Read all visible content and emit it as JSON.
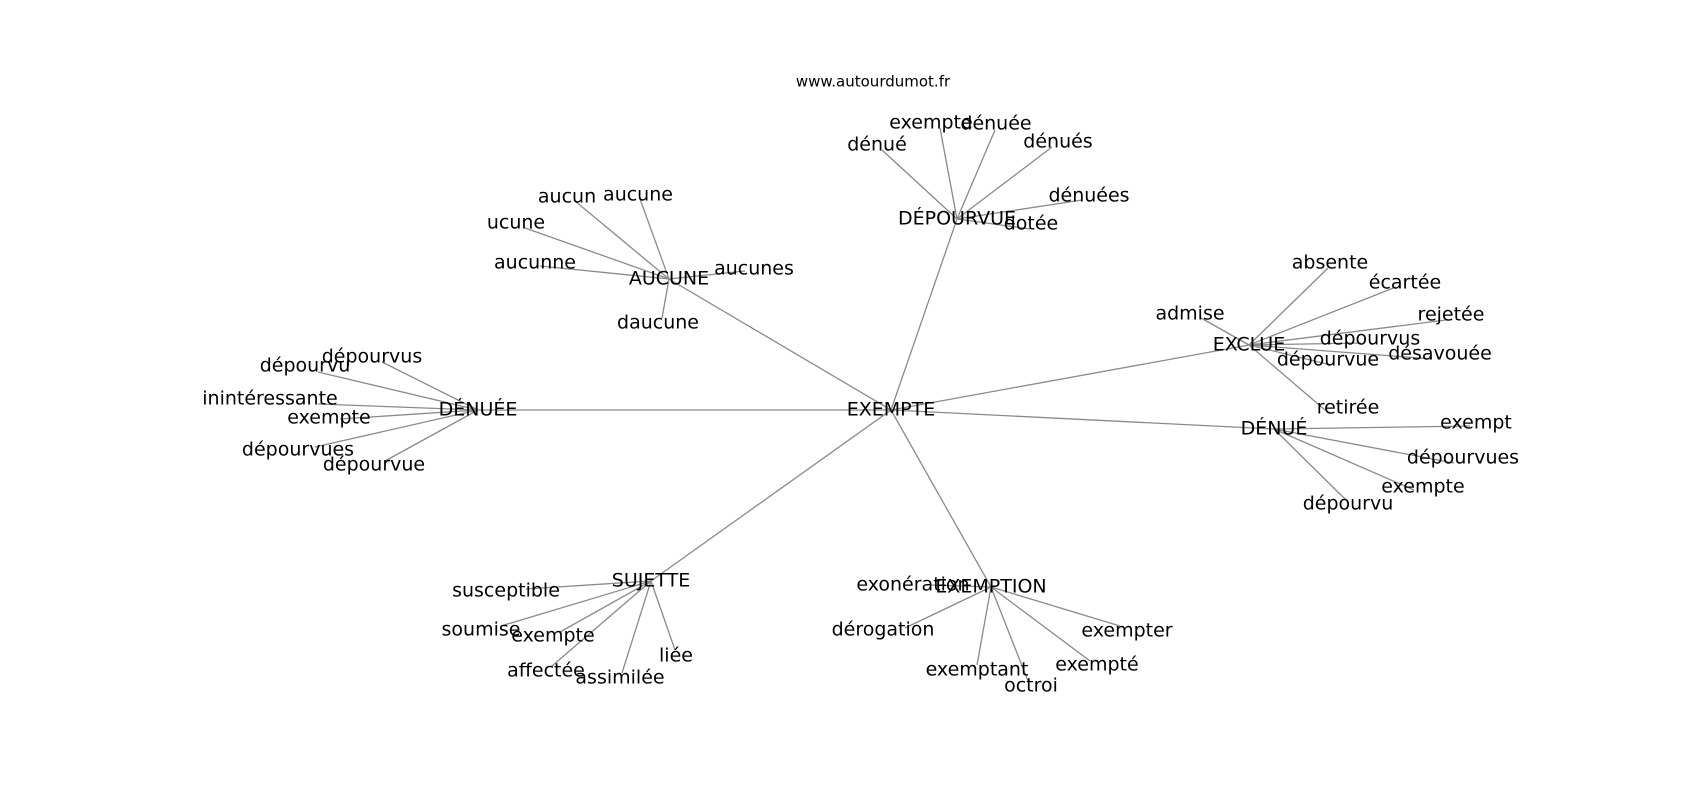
{
  "site": "www.autourdumot.fr",
  "center": "EXEMPTE",
  "clusters": [
    {
      "hub": "DÉPOURVUE",
      "words": [
        "exempte",
        "dénuée",
        "dénué",
        "dénués",
        "dénuées",
        "dotée"
      ]
    },
    {
      "hub": "AUCUNE",
      "words": [
        "aucun",
        "aucune",
        "ucune",
        "aucunne",
        "aucunes",
        "daucune"
      ]
    },
    {
      "hub": "EXCLUE",
      "words": [
        "absente",
        "écartée",
        "admise",
        "rejetée",
        "dépourvus",
        "désavouée",
        "dépourvue",
        "retirée"
      ]
    },
    {
      "hub": "DÉNUÉE",
      "words": [
        "dépourvus",
        "dépourvu",
        "inintéressante",
        "exempte",
        "dépourvues",
        "dépourvue"
      ]
    },
    {
      "hub": "DÉNUÉ",
      "words": [
        "exempt",
        "dépourvues",
        "exempte",
        "dépourvu"
      ]
    },
    {
      "hub": "SUJETTE",
      "words": [
        "susceptible",
        "soumise",
        "exempte",
        "affectée",
        "assimilée",
        "liée"
      ]
    },
    {
      "hub": "EXEMPTION",
      "words": [
        "exonération",
        "dérogation",
        "exempter",
        "exempté",
        "exemptant",
        "octroi"
      ]
    }
  ]
}
